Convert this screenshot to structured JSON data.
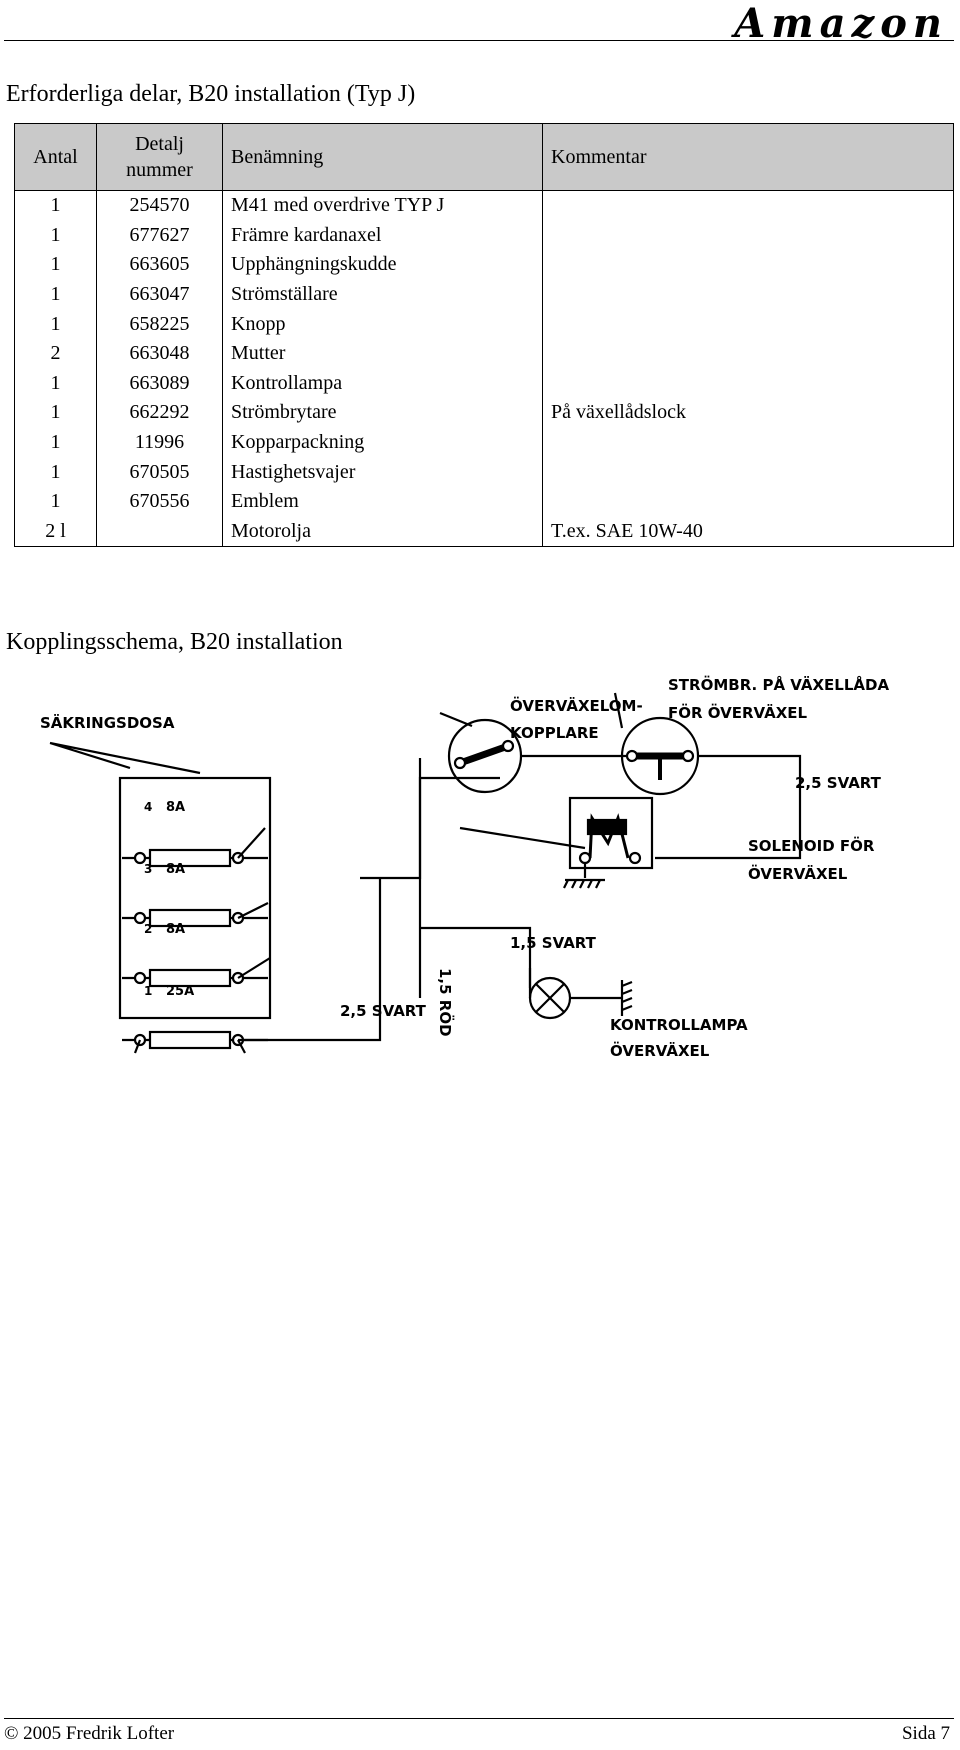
{
  "header": {
    "logo_text": "Amazon"
  },
  "parts_section": {
    "title": "Erforderliga delar, B20 installation (Typ J)",
    "columns": {
      "antal": "Antal",
      "detalj_line1": "Detalj",
      "detalj_line2": "nummer",
      "benamning": "Benämning",
      "kommentar": "Kommentar"
    },
    "rows": [
      {
        "antal": "1",
        "detalj": "254570",
        "benamning": "M41 med overdrive TYP J",
        "kommentar": ""
      },
      {
        "antal": "1",
        "detalj": "677627",
        "benamning": "Främre kardanaxel",
        "kommentar": ""
      },
      {
        "antal": "1",
        "detalj": "663605",
        "benamning": "Upphängningskudde",
        "kommentar": ""
      },
      {
        "antal": "1",
        "detalj": "663047",
        "benamning": "Strömställare",
        "kommentar": ""
      },
      {
        "antal": "1",
        "detalj": "658225",
        "benamning": "Knopp",
        "kommentar": ""
      },
      {
        "antal": "2",
        "detalj": "663048",
        "benamning": "Mutter",
        "kommentar": ""
      },
      {
        "antal": "1",
        "detalj": "663089",
        "benamning": "Kontrollampa",
        "kommentar": ""
      },
      {
        "antal": "1",
        "detalj": "662292",
        "benamning": "Strömbrytare",
        "kommentar": "På växellådslock"
      },
      {
        "antal": "1",
        "detalj": "11996",
        "benamning": "Kopparpackning",
        "kommentar": ""
      },
      {
        "antal": "1",
        "detalj": "670505",
        "benamning": "Hastighetsvajer",
        "kommentar": ""
      },
      {
        "antal": "1",
        "detalj": "670556",
        "benamning": "Emblem",
        "kommentar": ""
      },
      {
        "antal": "2 l",
        "detalj": "",
        "benamning": "Motorolja",
        "kommentar": "T.ex. SAE 10W-40"
      }
    ]
  },
  "wiring_section": {
    "title": "Kopplingsschema, B20 installation",
    "labels": {
      "overdrive_switch_1": "ÖVERVÄXELOM-",
      "overdrive_switch_2": "KOPPLARE",
      "gearbox_switch_1": "STRÖMBR. PÅ VÄXELLÅDA",
      "gearbox_switch_2": "FÖR ÖVERVÄXEL",
      "fuse_box": "SÄKRINGSDOSA",
      "fuse_4": "8A",
      "fuse_3": "8A",
      "fuse_2": "8A",
      "fuse_1": "25A",
      "fuse_4_num": "4",
      "fuse_3_num": "3",
      "fuse_2_num": "2",
      "fuse_1_num": "1",
      "wire_top_right": "2,5 SVART",
      "solenoid_1": "SOLENOID FÖR",
      "solenoid_2": "ÖVERVÄXEL",
      "wire_solenoid": "1,5 SVART",
      "wire_red": "1,5 RÖD",
      "wire_fuse": "2,5 SVART",
      "lamp_1": "KONTROLLAMPA",
      "lamp_2": "ÖVERVÄXEL"
    }
  },
  "footer": {
    "copyright": "© 2005 Fredrik Lofter",
    "page": "Sida 7"
  }
}
